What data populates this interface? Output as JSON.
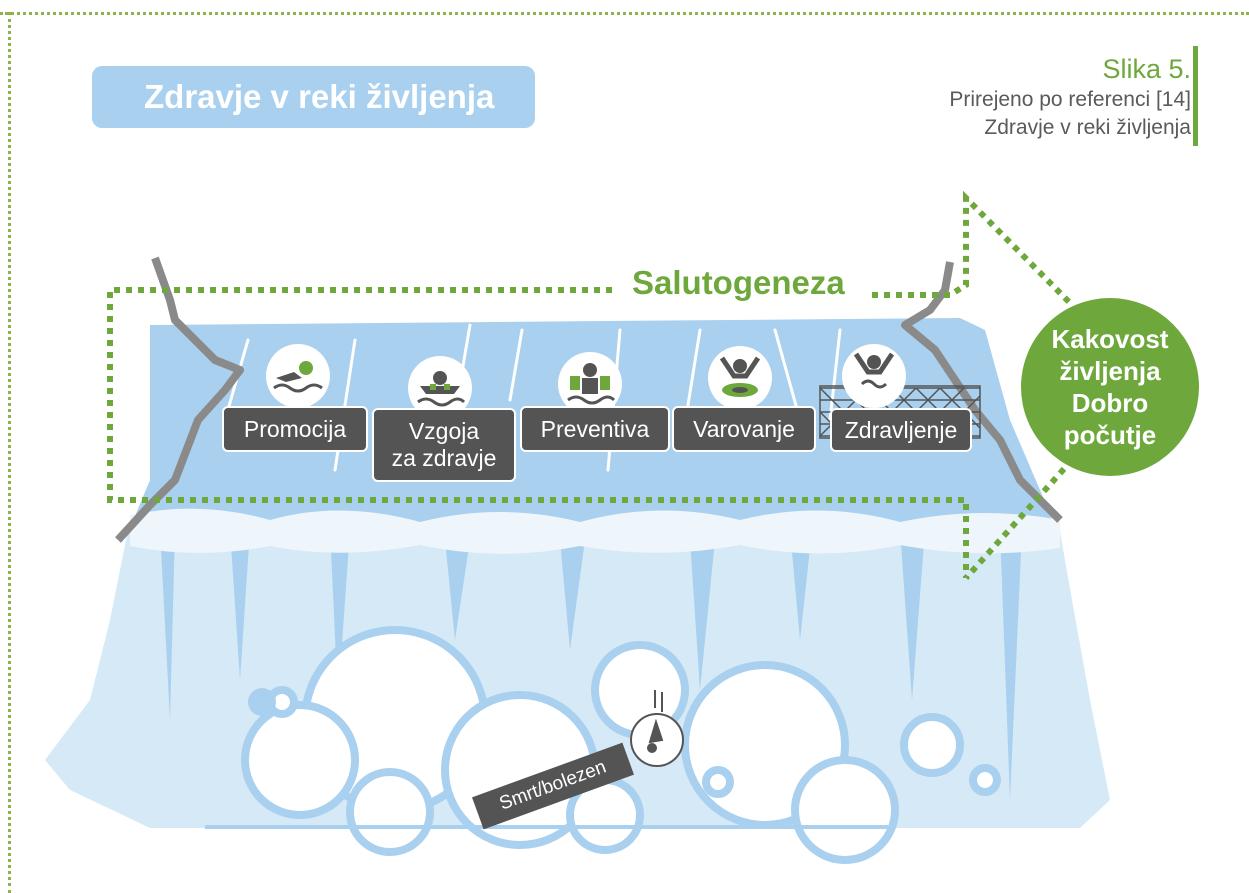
{
  "title": "Zdravje v reki življenja",
  "figure": {
    "number": "Slika 5.",
    "source": "Prirejeno po referenci [14]",
    "subtitle": "Zdravje v reki življenja"
  },
  "salutogenesis_label": "Salutogeneza",
  "stages": [
    {
      "label_line1": "Promocija",
      "label_line2": "",
      "icon": "swimmer-icon"
    },
    {
      "label_line1": "Vzgoja",
      "label_line2": "za zdravje",
      "icon": "swimming-lesson-icon"
    },
    {
      "label_line1": "Preventiva",
      "label_line2": "",
      "icon": "armbands-icon"
    },
    {
      "label_line1": "Varovanje",
      "label_line2": "",
      "icon": "lifebuoy-icon"
    },
    {
      "label_line1": "Zdravljenje",
      "label_line2": "",
      "icon": "rescue-net-icon"
    }
  ],
  "outcome": {
    "line1": "Kakovost",
    "line2": "življenja",
    "line3": "Dobro",
    "line4": "počutje"
  },
  "danger_label": "Smrt/bolezen",
  "colors": {
    "green": "#6ea83c",
    "water": "#a9d0ee",
    "water_light": "#d6e9f6",
    "bank": "#8a8a8a",
    "label_bg": "#545454"
  }
}
